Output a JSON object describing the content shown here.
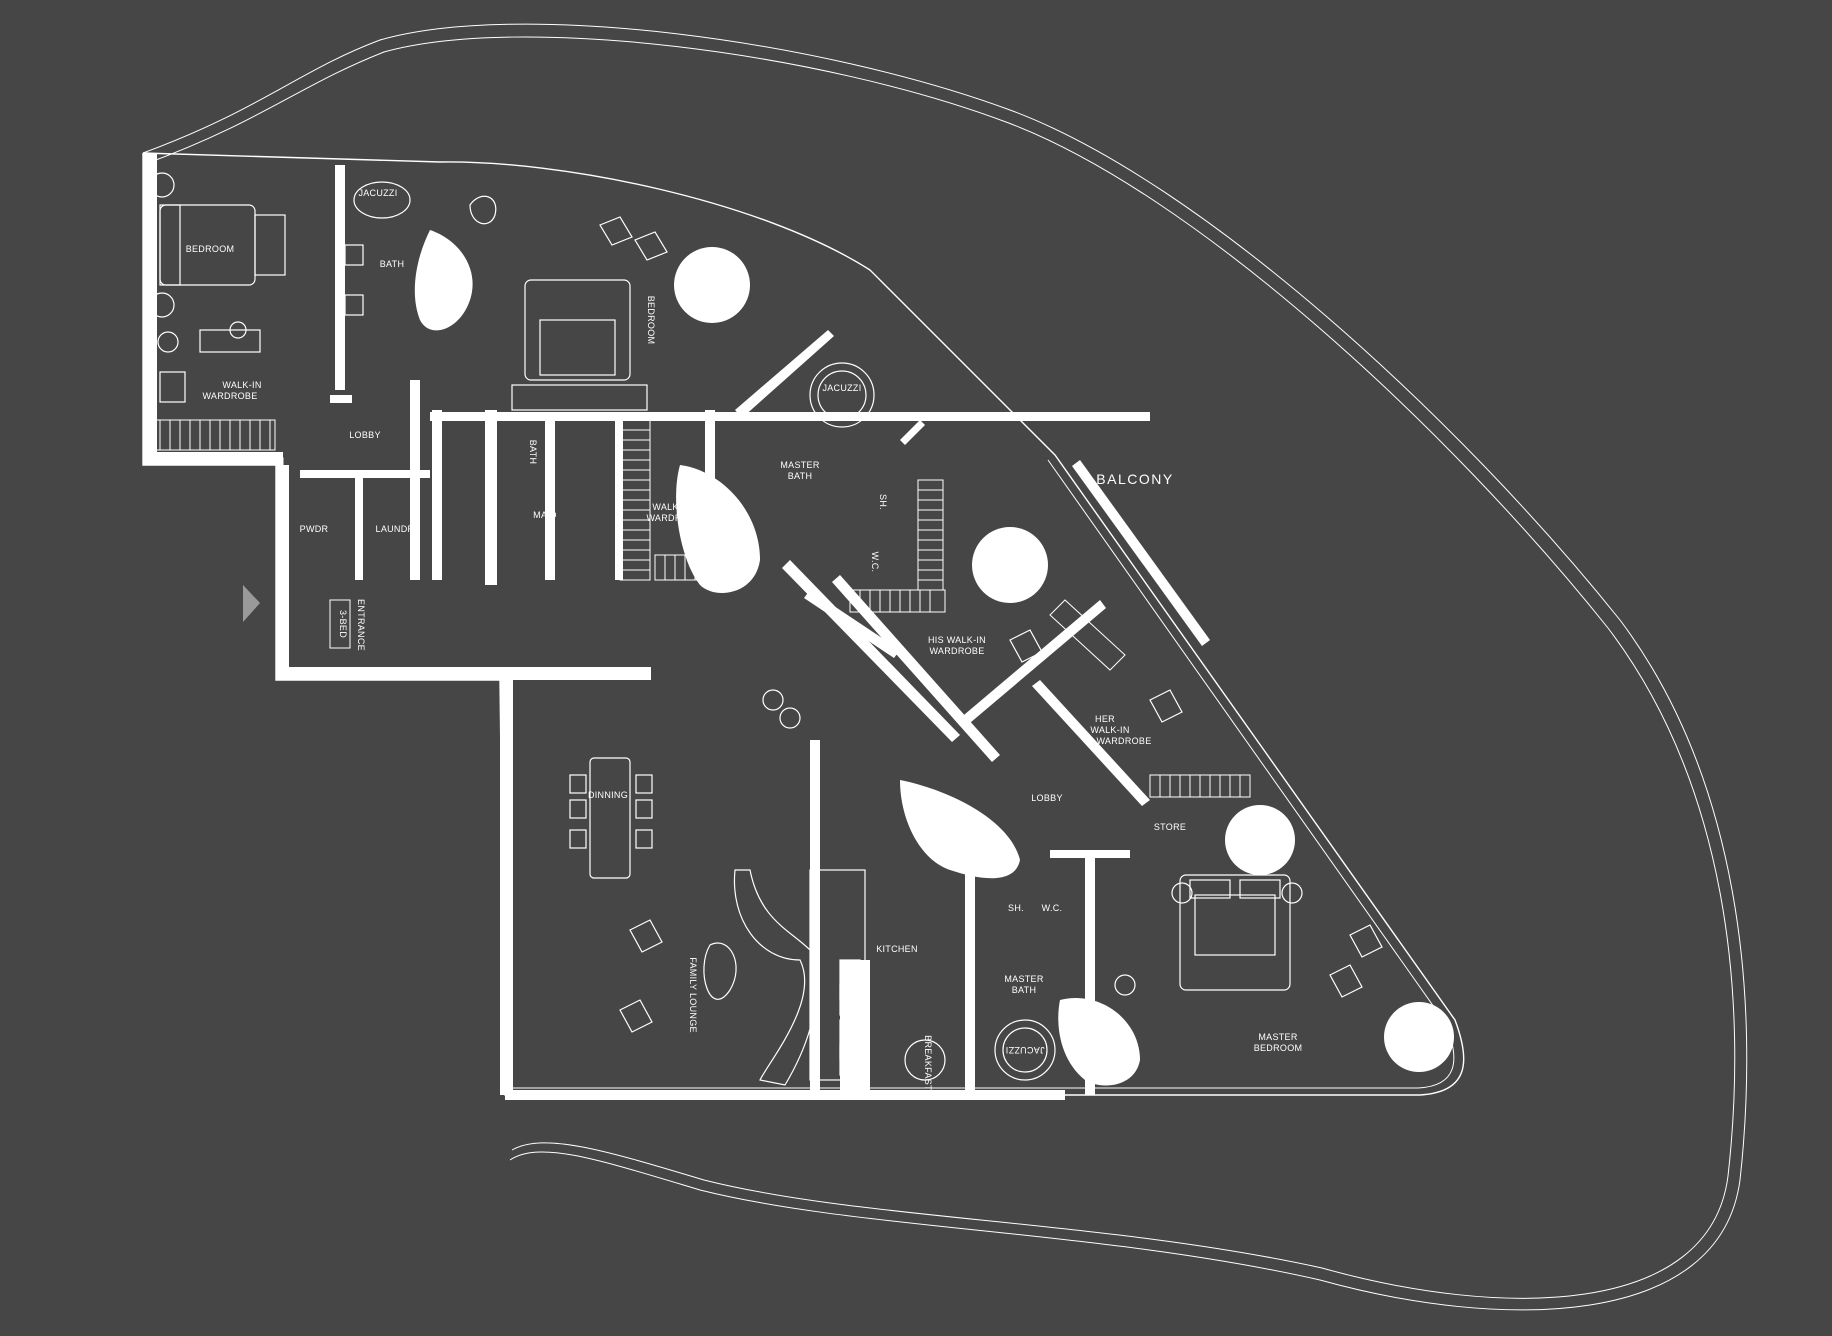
{
  "colors": {
    "background": "#464646",
    "lines": "#ffffff"
  },
  "rooms": {
    "bedroom_1": "BEDROOM",
    "jacuzzi_1": "JACUZZI",
    "bath_1": "BATH",
    "walkin_1": "WALK-IN",
    "walkin_1b": "WARDROBE",
    "bedroom_2": "BEDROOM",
    "lobby_1": "LOBBY",
    "pwdr": "PWDR",
    "laundry": "LAUNDRY",
    "bath_2": "BATH",
    "maid": "MAID",
    "walkin_2": "WALK-IN",
    "walkin_2b": "WARDROBE",
    "jacuzzi_2": "JACUZZI",
    "master_bath_1": "MASTER",
    "master_bath_1b": "BATH",
    "sh_1": "SH.",
    "wc_1": "W.C.",
    "balcony": "BALCONY",
    "his_walkin": "HIS WALK-IN",
    "his_walkin_b": "WARDROBE",
    "her_walkin_a": "HER",
    "her_walkin_b": "WALK-IN",
    "her_walkin_c": "WARDROBE",
    "entrance": "ENTRANCE",
    "unit_tag": "3-BED",
    "dinning": "DINNING",
    "family_lounge": "FAMILY LOUNGE",
    "kitchen": "KITCHEN",
    "breakfast": "BREAKFAST",
    "lobby_2": "LOBBY",
    "store": "STORE",
    "sh_2": "SH.",
    "wc_2": "W.C.",
    "master_bath_2": "MASTER",
    "master_bath_2b": "BATH",
    "jacuzzi_3": "JACUZZI",
    "master_bedroom": "MASTER",
    "master_bedroom_b": "BEDROOM"
  }
}
